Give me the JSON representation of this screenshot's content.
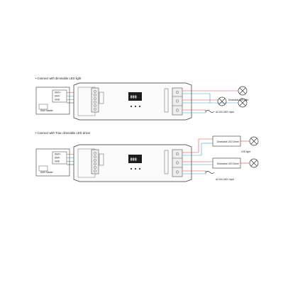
{
  "sections": [
    {
      "title": "• Connect with dimmable LED light",
      "master": {
        "pins": [
          "DMX+",
          "DMX-",
          "GND"
        ],
        "label": "DMX Master"
      },
      "display": "888",
      "loads": [
        "Dimmable LED light"
      ],
      "input": "AC100-240V input"
    },
    {
      "title": "• Connect with Triac dimmable LED driver",
      "master": {
        "pins": [
          "DMX+",
          "DMX-",
          "GND"
        ],
        "label": "DMX Master"
      },
      "display": "888",
      "drivers": [
        "Dimmable LED Driver",
        "Dimmable LED Driver"
      ],
      "loads": [
        "LED light"
      ],
      "input": "AC100-240V input"
    }
  ],
  "colors": {
    "line": "#333333",
    "wire_red": "#e0443c",
    "wire_blue": "#3aa0d0",
    "wire_green": "#3aa36a",
    "display_bg": "#1c1c1c"
  }
}
